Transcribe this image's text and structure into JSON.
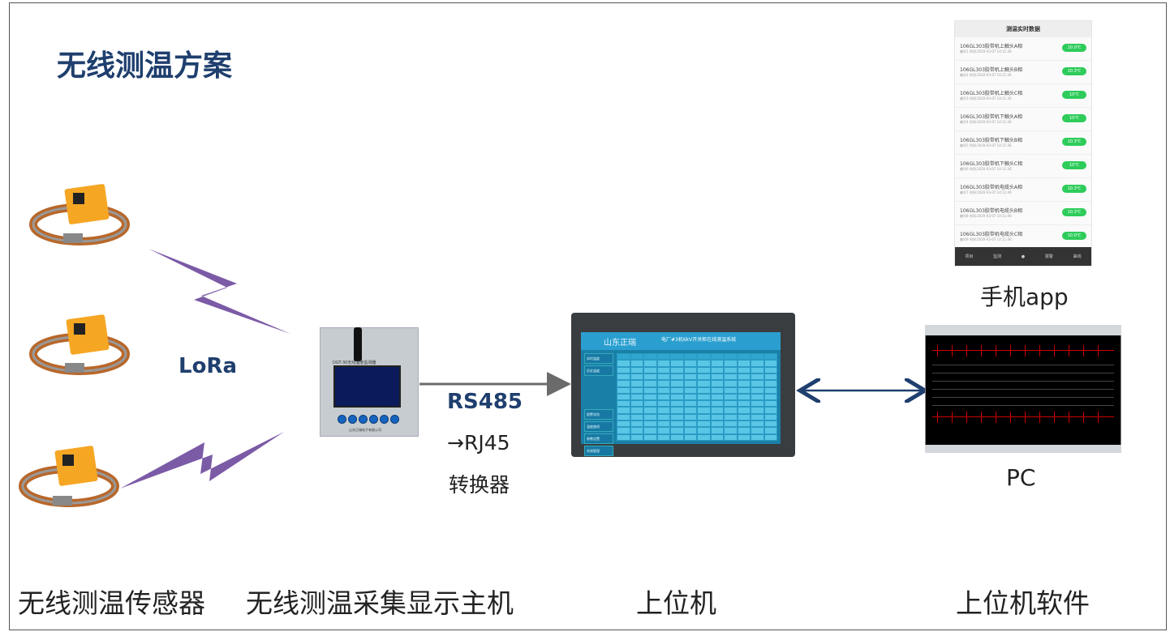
{
  "title": "无线测温方案",
  "labels": {
    "lora": "LoRa",
    "rs485": "RS485",
    "converter_line1": "→RJ45",
    "converter_line2": "转换器",
    "app": "手机app",
    "pc": "PC"
  },
  "bottom_labels": {
    "sensor": "无线测温传感器",
    "host": "无线测温采集显示主机",
    "upper": "上位机",
    "software": "上位机软件"
  },
  "phone_app": {
    "header": "测温实时数据",
    "rows": [
      {
        "name": "106GL303胶带机上触头A相",
        "sub": "编号1 时间:2020-03-07 14:11:36",
        "temp": "10.0℃"
      },
      {
        "name": "106GL303胶带机上触头B相",
        "sub": "编号2 时间:2020-03-07 14:11:36",
        "temp": "10.3℃"
      },
      {
        "name": "106GL303胶带机上触头C相",
        "sub": "编号3 时间:2020-03-07 14:11:36",
        "temp": "10℃"
      },
      {
        "name": "106GL303胶带机下触头A相",
        "sub": "编号4 时间:2020-03-07 14:11:36",
        "temp": "10℃"
      },
      {
        "name": "106GL303胶带机下触头B相",
        "sub": "编号5 时间:2020-03-07 14:11:36",
        "temp": "10.3℃"
      },
      {
        "name": "106GL303胶带机下触头C相",
        "sub": "编号6 时间:2020-03-07 14:11:36",
        "temp": "10℃"
      },
      {
        "name": "106GL303胶带机电缆头A相",
        "sub": "编号7 时间:2020-03-07 14:11:46",
        "temp": "10.3℃"
      },
      {
        "name": "106GL303胶带机电缆头B相",
        "sub": "编号8 时间:2020-03-07 14:11:46",
        "temp": "10.3℃"
      },
      {
        "name": "106GL303胶带机电缆头C相",
        "sub": "编号9 时间:2020-03-07 14:11:46",
        "temp": "10.0℃"
      }
    ],
    "nav": [
      "项目",
      "监测",
      "",
      "报警",
      "曲线"
    ]
  },
  "host_unit": {
    "title": "DGT-30无线温度监测器",
    "footer": "山东正瑞电子有限公司"
  },
  "panel": {
    "brand": "山东正瑞",
    "header": "电厂#3机6kV开关柜在线测温系统",
    "side_items": [
      "实时温度",
      "历史温度",
      "",
      "",
      "",
      "报警浏览",
      "温度曲线",
      "参数设置",
      "系统管理"
    ]
  },
  "colors": {
    "title": "#1f3f6e",
    "lightning": "#7b5aa6",
    "arrow_gray": "#6b6b6b",
    "arrow_blue": "#1f3f6e",
    "badge_green": "#2ecc5a"
  }
}
